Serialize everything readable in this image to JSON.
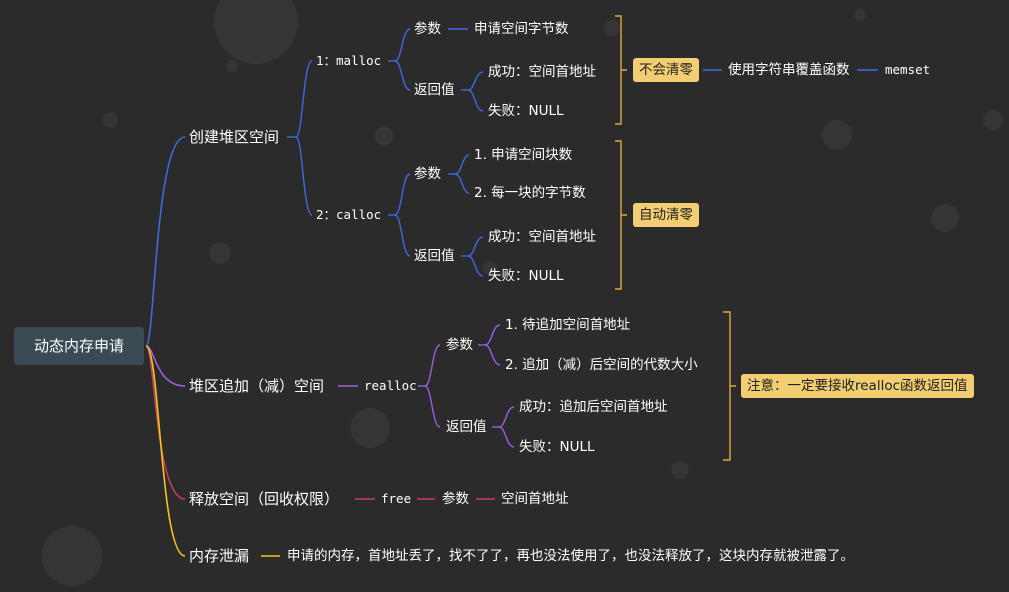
{
  "root": "动态内存申请",
  "branches": {
    "create": {
      "label": "创建堆区空间",
      "malloc": {
        "label": "1：malloc",
        "param": "参数",
        "param_value": "申请空间字节数",
        "ret": "返回值",
        "ret_ok": "成功：空间首地址",
        "ret_fail": "失败：NULL",
        "tag": "不会清零",
        "tag_note": "使用字符串覆盖函数",
        "tag_func": "memset"
      },
      "calloc": {
        "label": "2：calloc",
        "param": "参数",
        "param_1": "1.  申请空间块数",
        "param_2": "2.  每一块的字节数",
        "ret": "返回值",
        "ret_ok": "成功：空间首地址",
        "ret_fail": "失败：NULL",
        "tag": "自动清零"
      }
    },
    "realloc": {
      "label": "堆区追加（减）空间",
      "func": "realloc",
      "param": "参数",
      "param_1": "1.  待追加空间首地址",
      "param_2": "2.  追加（减）后空间的代数大小",
      "ret": "返回值",
      "ret_ok": "成功：追加后空间首地址",
      "ret_fail": "失败：NULL",
      "tag": "注意：一定要接收realloc函数返回值"
    },
    "free": {
      "label": "释放空间（回收权限）",
      "func": "free",
      "param": "参数",
      "param_value": "空间首地址"
    },
    "leak": {
      "label": "内存泄漏",
      "desc": "申请的内存，首地址丢了，找不了了，再也没法使用了，也没法释放了，这块内存就被泄露了。"
    }
  },
  "colors": {
    "background": "#2b2b2b",
    "blue": "#3d6ae0",
    "purple": "#9b5de5",
    "crimson": "#c2405a",
    "yellow": "#f5c518",
    "tag_fill": "#f2cd72",
    "bracket": "#e0a93a",
    "root_fill": "#3a4a52"
  }
}
